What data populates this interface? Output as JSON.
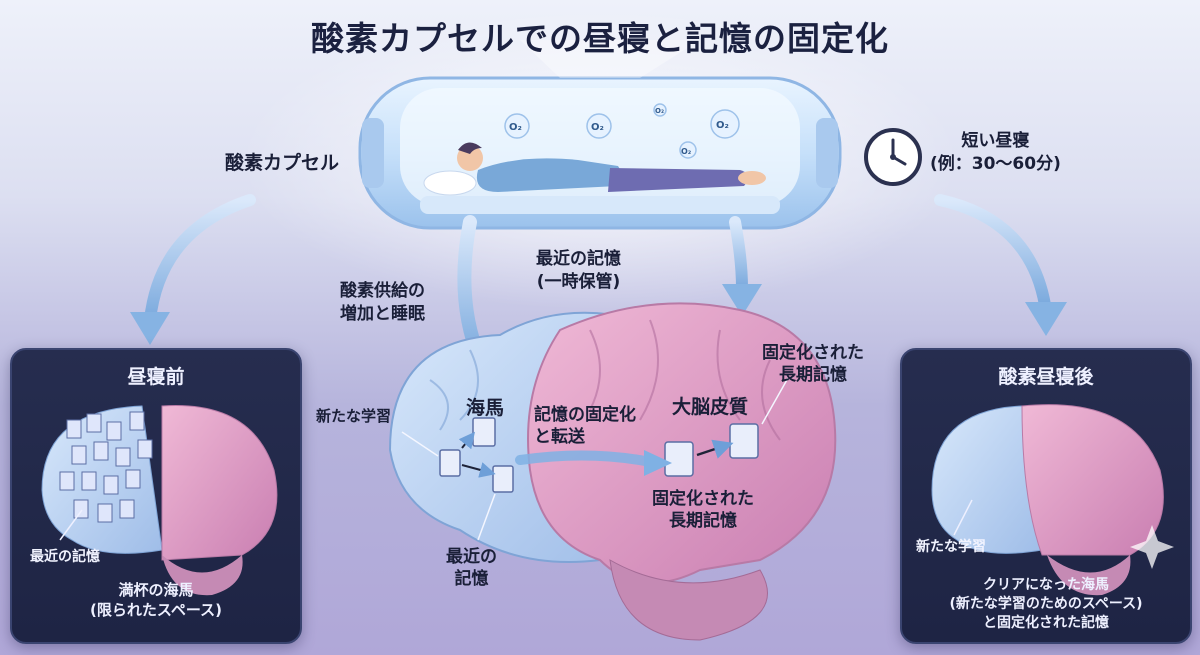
{
  "title": "酸素カプセルでの昼寝と記憶の固定化",
  "capsule": {
    "label": "酸素カプセル",
    "bubbles": [
      "O₂",
      "O₂",
      "O₂",
      "O₂",
      "O₂"
    ]
  },
  "clock": {
    "label_line1": "短い昼寝",
    "label_line2": "(例：30〜60分)"
  },
  "center": {
    "oxygen_label_line1": "酸素供給の",
    "oxygen_label_line2": "増加と睡眠",
    "recent_memory_top_line1": "最近の記憶",
    "recent_memory_top_line2": "(一時保管)",
    "new_learning": "新たな学習",
    "hippocampus": "海馬",
    "consolidation_line1": "記憶の固定化",
    "consolidation_line2": "と転送",
    "cortex": "大脳皮質",
    "longterm_top_line1": "固定化された",
    "longterm_top_line2": "長期記憶",
    "longterm_mid_line1": "固定化された",
    "longterm_mid_line2": "長期記憶",
    "recent_memory_bottom_line1": "最近の",
    "recent_memory_bottom_line2": "記憶"
  },
  "before_panel": {
    "title": "昼寝前",
    "recent_memory": "最近の記憶",
    "caption_line1": "満杯の海馬",
    "caption_line2": "(限られたスペース)"
  },
  "after_panel": {
    "title": "酸素昼寝後",
    "new_learning": "新たな学習",
    "caption_line1": "クリアになった海馬",
    "caption_line2": "(新たな学習のためのスペース)",
    "caption_line3": "と固定化された記憶"
  },
  "colors": {
    "brain_pink": "#e3a0c7",
    "brain_blue": "#b9d3f3",
    "panel_bg": "#232a4a",
    "arrow_blue": "#7fb3e6",
    "capsule_glass": "#cfe6fb"
  }
}
